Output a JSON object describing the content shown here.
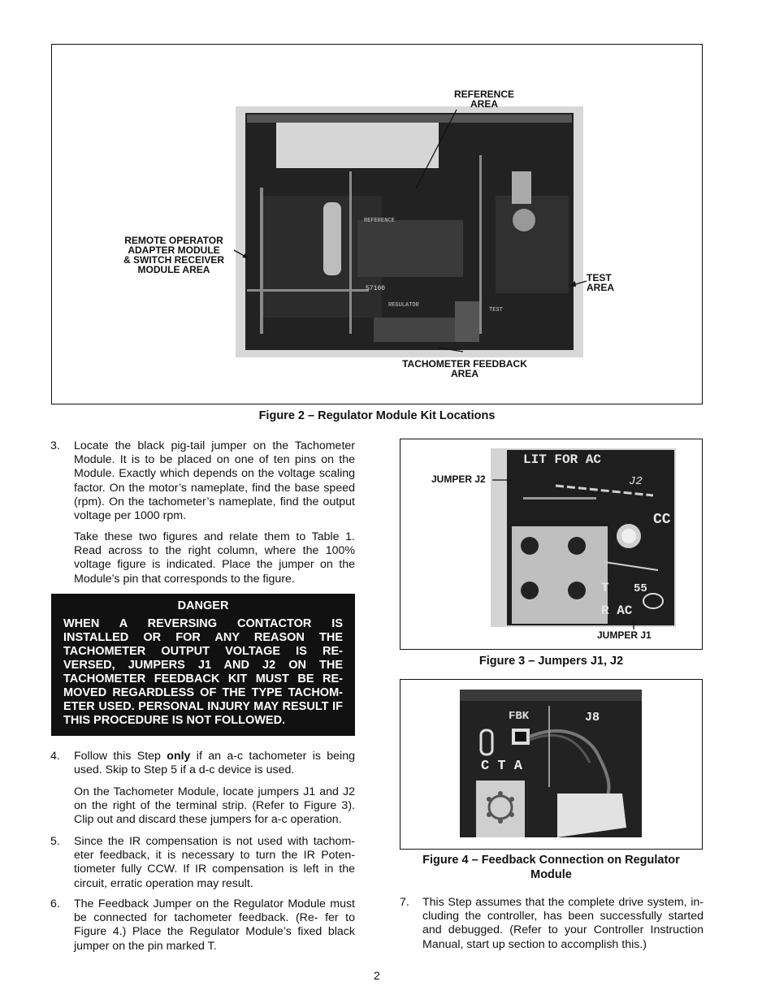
{
  "figure2": {
    "labels": {
      "reference": "REFERENCE\nAREA",
      "remote": "REMOTE OPERATOR\nADAPTER MODULE\n& SWITCH RECEIVER\nMODULE AREA",
      "test": "TEST\nAREA",
      "tach": "TACHOMETER FEEDBACK\nAREA"
    },
    "photo_texts": {
      "reference": "REFERENCE",
      "regulator": "REGULATOR",
      "test": "TEST",
      "part": "57100"
    },
    "caption": "Figure 2 – Regulator Module Kit Locations"
  },
  "step3": {
    "number": "3.",
    "para1": "Locate the black pig-tail jumper on the Tachometer Module. It is to be placed on one of ten pins on the Module. Exactly which depends on the voltage scaling factor. On the motor’s nameplate, find the base speed (rpm). On the tachometer’s nameplate, find the output voltage per 1000 rpm.",
    "para2": "Take these two figures and relate them to Table 1. Read across to the right column, where the 100% voltage figure is indicated. Place the jumper on the Module’s pin that corresponds to the figure."
  },
  "danger": {
    "title": "DANGER",
    "body": "WHEN A REVERSING CONTACTOR IS INSTALLED OR FOR ANY REASON THE TACHOMETER OUTPUT VOLTAGE IS RE- VERSED, JUMPERS J1 AND J2 ON THE TACHOMETER FEEDBACK KIT MUST BE RE- MOVED REGARDLESS OF THE TYPE TACHOM- ETER USED. PERSONAL INJURY MAY RESULT IF THIS PROCEDURE IS NOT FOLLOWED."
  },
  "step4": {
    "number": "4.",
    "text_before": "Follow this Step ",
    "text_bold": "only",
    "text_after": " if an a-c tachometer is being used. Skip to Step 5 if a d-c device is used.",
    "para2": "On the Tachometer Module, locate jumpers J1 and J2 on the right of the terminal strip. (Refer to Figure 3). Clip out and discard these jumpers for a-c operation."
  },
  "step5": {
    "number": "5.",
    "text": "Since the IR compensation is not used with tachom- eter feedback, it is necessary to turn the IR Poten- tiometer fully CCW. If IR compensation is left in the circuit, erratic operation may result."
  },
  "step6": {
    "number": "6.",
    "text": "The Feedback Jumper on the Regulator Module must be connected for tachometer feedback. (Re- fer to Figure 4.) Place the Regulator Module’s fixed black jumper on the pin marked T."
  },
  "figure3": {
    "label_j2": "JUMPER J2",
    "label_j1": "JUMPER J1",
    "photo_texts": {
      "top": "LIT FOR AC",
      "j2": "J2",
      "cc": "CC",
      "t": "T",
      "s5": "55",
      "rac": "R AC"
    },
    "caption": "Figure 3 – Jumpers J1, J2"
  },
  "figure4": {
    "photo_texts": {
      "j8": "J8",
      "cta": "C T A",
      "fbk": "FBK"
    },
    "caption": "Figure 4 – Feedback Connection on Regulator\nModule"
  },
  "step7": {
    "number": "7.",
    "text": "This Step assumes that the complete drive system, in- cluding the controller, has been successfully started and debugged. (Refer to your Controller Instruction Manual, start up section to accomplish this.)"
  },
  "page_number": "2"
}
